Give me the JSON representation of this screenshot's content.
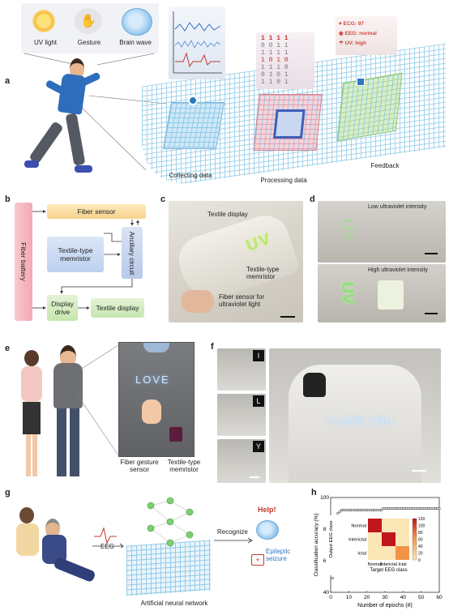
{
  "panel_a": {
    "label": "a",
    "inputs": [
      "UV light",
      "Gesture",
      "Brain wave"
    ],
    "stages": [
      "Collecting data",
      "Processing data",
      "Feedback"
    ],
    "feedback_items": [
      "ECG: 97",
      "EEG: normal",
      "UV: high"
    ],
    "binary_rows": [
      "1 1 1 1",
      "0 0 1 1",
      "1 1 1 1",
      "1 0 1 0",
      "1 1 1 0",
      "0 1 0 1",
      "1 1 0 1"
    ]
  },
  "panel_b": {
    "label": "b",
    "fiber_battery": "Fiber battery",
    "fiber_sensor": "Fiber sensor",
    "memristor": "Textile-type memristor",
    "ancillary": "Ancillary circuit",
    "display_drive": "Display drive",
    "textile_display": "Textile display"
  },
  "panel_c": {
    "label": "c",
    "display_text": "Textile display",
    "memristor_text": "Textile-type memristor",
    "sensor_text": "Fiber sensor for ultraviolet light",
    "uv_glyph": "UV"
  },
  "panel_d": {
    "label": "d",
    "low": "Low ultraviolet intensity",
    "high": "High ultraviolet intensity",
    "uv_glyph": "UV"
  },
  "panel_e": {
    "label": "e",
    "love": "LOVE",
    "gesture_sensor": "Fiber gesture sensor",
    "memristor": "Textile-type memristor"
  },
  "panel_f": {
    "label": "f",
    "tags": [
      "I",
      "L",
      "Y"
    ],
    "big_text": "I LOVE YOU"
  },
  "panel_g": {
    "label": "g",
    "eeg": "EEG",
    "recognize": "Recognize",
    "help": "Help!",
    "seizure": "Epileptic seizure",
    "ann": "Artificial neural network"
  },
  "panel_h": {
    "label": "h",
    "colors": {
      "marker": "#333333",
      "heat_high": "#c0161e",
      "heat_low": "#fbe6b6",
      "heat_mid": "#f19448"
    },
    "chart_data": {
      "type": "scatter",
      "xlabel": "Number of epochs (#)",
      "ylabel": "Classification accuracy (%)",
      "xlim": [
        0,
        60
      ],
      "ylim": [
        40,
        100
      ],
      "xticks": [
        "0",
        "10",
        "20",
        "30",
        "40",
        "50",
        "60"
      ],
      "yticks": [
        "40",
        "60",
        "80",
        "100"
      ],
      "x": [
        1,
        2,
        3,
        4,
        5,
        6,
        7,
        8,
        9,
        10,
        11,
        12,
        13,
        14,
        15,
        16,
        17,
        18,
        19,
        20,
        21,
        22,
        23,
        24,
        25,
        26,
        27,
        28,
        29,
        30,
        31,
        32,
        33,
        34,
        35,
        36,
        37,
        38,
        39,
        40,
        41,
        42,
        43,
        44,
        45,
        46,
        47,
        48,
        49,
        50,
        51,
        52,
        53,
        54,
        55,
        56,
        57,
        58,
        59,
        60
      ],
      "y": [
        49,
        84,
        88,
        90,
        91,
        92,
        92,
        92,
        92,
        92,
        92,
        92,
        92,
        92,
        92,
        92,
        92,
        92,
        92,
        92,
        92,
        92,
        92,
        92,
        92,
        92,
        92,
        92,
        93,
        93,
        93,
        93,
        93,
        93,
        93,
        93,
        93,
        93,
        93,
        93,
        93,
        93,
        93,
        93,
        93,
        93,
        93,
        93,
        93,
        93,
        93,
        93,
        93,
        93,
        93,
        93,
        93,
        93,
        93,
        93
      ],
      "inset": {
        "type": "heatmap",
        "xlabel": "Target EEG class",
        "ylabel": "Output EEG class",
        "classes": [
          "Normal",
          "Interictal",
          "Ictal"
        ],
        "matrix": [
          [
            110,
            0,
            0
          ],
          [
            0,
            115,
            0
          ],
          [
            0,
            0,
            75
          ]
        ],
        "colorbar_ticks": [
          "0",
          "20",
          "40",
          "60",
          "80",
          "100",
          "120"
        ]
      }
    }
  }
}
